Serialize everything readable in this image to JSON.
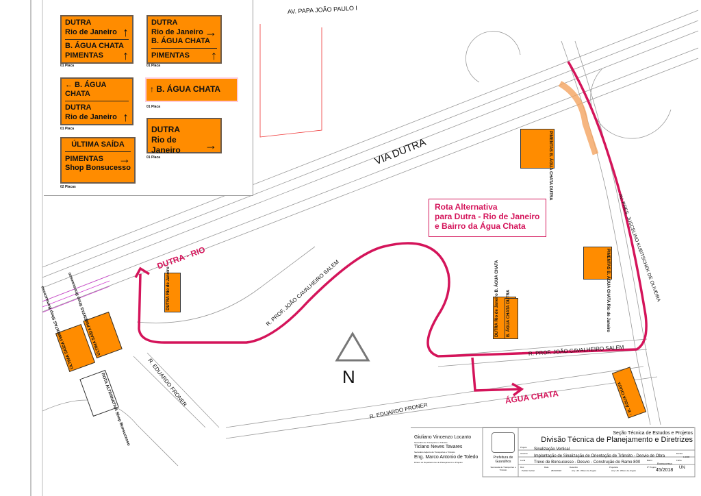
{
  "legend": {
    "signs": [
      {
        "lines": [
          [
            "DUTRA",
            ""
          ],
          [
            "Rio de Janeiro",
            "↑"
          ],
          [
            "B. ÁGUA CHATA",
            ""
          ],
          [
            "PIMENTAS",
            "↑"
          ]
        ],
        "qty": "01 Placa"
      },
      {
        "lines": [
          [
            "DUTRA",
            ""
          ],
          [
            "Rio de Janeiro",
            "→"
          ],
          [
            "B. ÁGUA CHATA",
            ""
          ],
          [
            "PIMENTAS",
            "↑"
          ]
        ],
        "qty": "01 Placa"
      },
      {
        "lines": [
          [
            "← B. ÁGUA CHATA",
            ""
          ],
          [
            "DUTRA",
            ""
          ],
          [
            "Rio de Janeiro",
            "↑"
          ]
        ],
        "qty": "01 Placa"
      },
      {
        "lines": [
          [
            "↑ B. ÁGUA CHATA",
            ""
          ]
        ],
        "qty": "01 Placa"
      },
      {
        "lines": [
          [
            "DUTRA",
            ""
          ],
          [
            "Rio de Janeiro",
            "→"
          ]
        ],
        "qty": "01 Placa"
      },
      {
        "lines": [
          [
            "ÚLTIMA SAÍDA",
            ""
          ],
          [
            "PIMENTAS",
            "→"
          ],
          [
            "Shop Bonsucesso",
            ""
          ]
        ],
        "qty": "02 Placas"
      }
    ]
  },
  "map": {
    "roads": {
      "papa": "AV. PAPA JOÃO PAULO I",
      "dutra": "VIA DUTRA",
      "jk": "AV. PRES. JUSCELINO KUBITSCHEK DE OLIVEIRA",
      "salem1": "R. PROF. JOÃO CAVALHEIRO SALEM",
      "salem2": "R. PROF. JOÃO CAVALHEIRO SALEM",
      "froner1": "R. EDUARDO FRONER",
      "froner2": "R. EDUARDO FRONER"
    },
    "route_labels": {
      "dutra_rio": "DUTRA - RIO",
      "agua_chata": "ÁGUA CHATA"
    },
    "callout": [
      "Rota Alternativa",
      "para Dutra - Rio de Janeiro",
      "e Bairro da Água Chata"
    ],
    "north": "N",
    "map_signs": [
      "DUTRA Rio de Janeiro",
      "PIMENTAS B. ÁGUA CHATA DUTRA",
      "DUTRA Rio de Janeiro B. ÁGUA CHATA",
      "PIMENTAS B. ÁGUA CHATA Rio de Janeiro",
      "B. ÁGUA CHATA DUTRA",
      "↑ B. ÁGUA CHATA",
      "ÚLTIMA SAÍDA PIMENTAS Shop Bonsucesso",
      "ÚLTIMA SAÍDA PIMENTAS Shop Bonsucesso",
      "ROTA ALTERNATIVA Shop Bonsucesso"
    ],
    "colors": {
      "route": "#d4145a",
      "sign": "#ff8c00",
      "highlight": "#f4a460"
    }
  },
  "titleblock": {
    "people": [
      {
        "name": "Giuliano Vincenzo Locanto",
        "role": "Secretário de Transportes e Trânsito"
      },
      {
        "name": "Ticiano Neves Tavares",
        "role": "Secretário Adjunto de Transportes e Trânsito"
      },
      {
        "name": "Eng. Marco Antonio de Toledo",
        "role": "Diretor do Departamento de Planejamento e Projetos"
      }
    ],
    "org": "Prefeitura de Guarulhos",
    "org_sub": "Secretaria de Transportes e Trânsito",
    "section": "Seção Técnica de Estudos e Projetos",
    "division": "Divisão Técnica de Planejamento e Diretrizes",
    "projeto_label": "Projeto",
    "projeto": "Sinalização Vertical",
    "assunto_label": "Assunto",
    "assunto": "Implantação de Sinalização de Orientação de Trânsito - Desvio de Obra",
    "local_label": "Local",
    "local": "Trevo de Bonsucesso - Desvio - Construção do Ramo 800",
    "bairro_label": "Bairro",
    "bairro": "Bonsucesso",
    "escala_label": "Escala",
    "escala": "1:2000",
    "folha_label": "Folha",
    "folha": "ÚN",
    "doc_label": "Doc",
    "doc": "Pedido Verbal",
    "data_label": "Data",
    "data": "28/03/2018",
    "desenho_label": "Desenho",
    "desenho": "Arq. Urb. Wilson de Angelo",
    "projetista_label": "Projetista",
    "projetista": "Arq. Urb. Wilson de Angelo",
    "nprojeto_label": "Nº Projeto",
    "nprojeto": "45/2018"
  }
}
